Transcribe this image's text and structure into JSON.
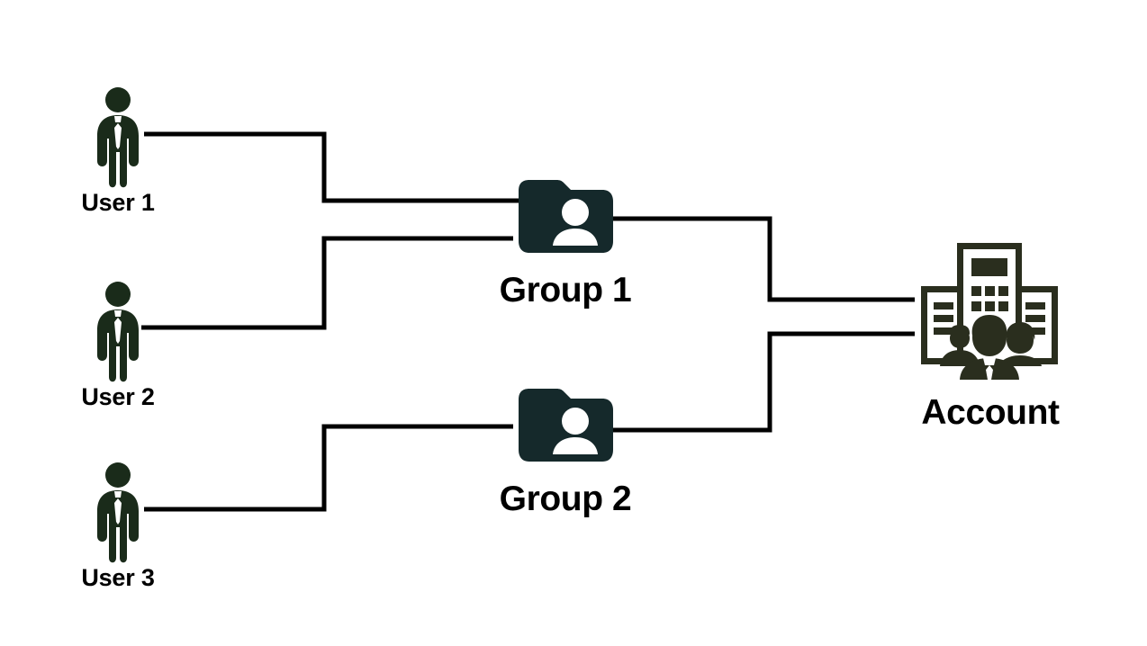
{
  "diagram": {
    "title": "User to Group to Account relationship diagram",
    "type": "entity-relationship-flow",
    "background_color": "#ffffff",
    "line_color": "#000000",
    "line_width": 5,
    "palette": {
      "user_icon": "#1a2b1a",
      "folder_icon": "#15292b",
      "folder_glyph": "#ffffff",
      "account_icon": "#2a2e1e",
      "label_text": "#000000"
    },
    "users": [
      {
        "id": "user1",
        "label": "User 1",
        "icon": "person-in-suit-icon"
      },
      {
        "id": "user2",
        "label": "User 2",
        "icon": "person-in-suit-icon"
      },
      {
        "id": "user3",
        "label": "User 3",
        "icon": "person-in-suit-icon"
      }
    ],
    "groups": [
      {
        "id": "group1",
        "label": "Group 1",
        "icon": "folder-user-icon"
      },
      {
        "id": "group2",
        "label": "Group 2",
        "icon": "folder-user-icon"
      }
    ],
    "accounts": [
      {
        "id": "account",
        "label": "Account",
        "icon": "office-building-people-icon"
      }
    ],
    "connections": [
      {
        "from": "user1",
        "to": "group1"
      },
      {
        "from": "user2",
        "to": "group1"
      },
      {
        "from": "user3",
        "to": "group2"
      },
      {
        "from": "group1",
        "to": "account"
      },
      {
        "from": "group2",
        "to": "account"
      }
    ]
  }
}
